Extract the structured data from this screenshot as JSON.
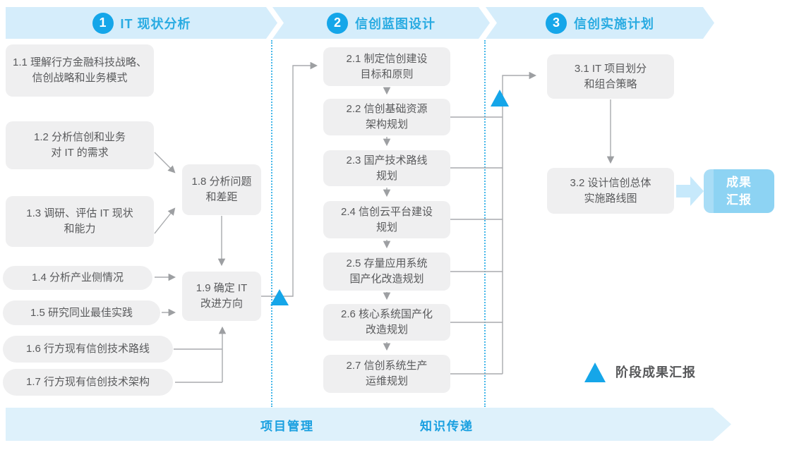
{
  "phases": [
    {
      "number": "1",
      "title": "IT 现状分析"
    },
    {
      "number": "2",
      "title": "信创蓝图设计"
    },
    {
      "number": "3",
      "title": "信创实施计划"
    }
  ],
  "boxes": {
    "b1_1": [
      "1.1 理解行方金融科技战略、",
      "信创战略和业务模式"
    ],
    "b1_2": [
      "1.2 分析信创和业务",
      "对 IT 的需求"
    ],
    "b1_3": [
      "1.3 调研、评估 IT 现状",
      "和能力"
    ],
    "b1_4": [
      "1.4 分析产业侧情况"
    ],
    "b1_5": [
      "1.5 研究同业最佳实践"
    ],
    "b1_6": [
      "1.6 行方现有信创技术路线"
    ],
    "b1_7": [
      "1.7 行方现有信创技术架构"
    ],
    "b1_8": [
      "1.8 分析问题",
      "和差距"
    ],
    "b1_9": [
      "1.9 确定 IT",
      "改进方向"
    ],
    "b2_1": [
      "2.1 制定信创建设",
      "目标和原则"
    ],
    "b2_2": [
      "2.2 信创基础资源",
      "架构规划"
    ],
    "b2_3": [
      "2.3 国产技术路线",
      "规划"
    ],
    "b2_4": [
      "2.4 信创云平台建设",
      "规划"
    ],
    "b2_5": [
      "2.5 存量应用系统",
      "国产化改造规划"
    ],
    "b2_6": [
      "2.6 核心系统国产化",
      "改造规划"
    ],
    "b2_7": [
      "2.7 信创系统生产",
      "运维规划"
    ],
    "b3_1": [
      "3.1 IT 项目划分",
      "和组合策略"
    ],
    "b3_2": [
      "3.2 设计信创总体",
      "实施路线图"
    ]
  },
  "result_box": [
    "成果",
    "汇报"
  ],
  "legend": {
    "milestone_label": "阶段成果汇报"
  },
  "bottom_band": {
    "labels": [
      "项目管理",
      "知识传递"
    ]
  },
  "colors": {
    "accent_blue": "#15a6e9",
    "header_text_blue": "#29abe2",
    "band_blue": "#d5edfb",
    "bottom_band_blue": "#def1fb",
    "bottom_text_blue": "#189fe0",
    "box_gray": "#efeff0",
    "box_text_gray": "#595a5c",
    "connector_gray": "#a0a2a5",
    "result_box_blue": "#8dd3f3",
    "thick_arrow_blue": "#c7e9fb"
  }
}
